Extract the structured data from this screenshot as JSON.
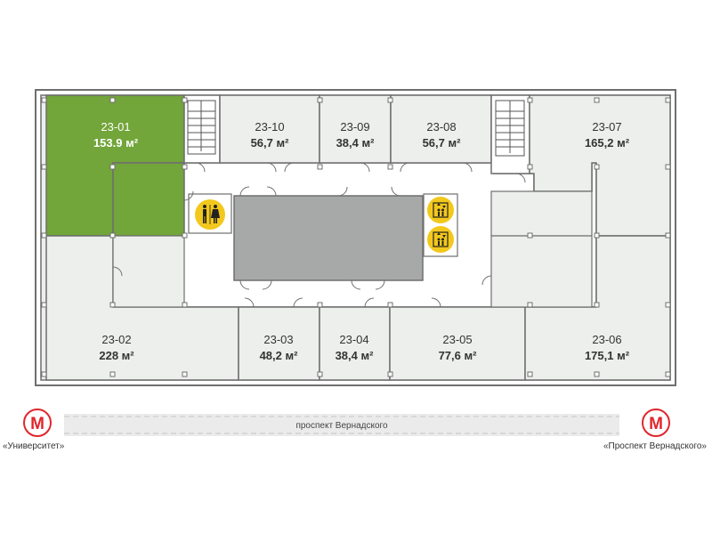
{
  "offices": [
    {
      "id": "23-01",
      "area": "153.9 м²"
    },
    {
      "id": "23-10",
      "area": "56,7 м²"
    },
    {
      "id": "23-09",
      "area": "38,4 м²"
    },
    {
      "id": "23-08",
      "area": "56,7 м²"
    },
    {
      "id": "23-07",
      "area": "165,2 м²"
    },
    {
      "id": "23-02",
      "area": "228 м²"
    },
    {
      "id": "23-03",
      "area": "48,2 м²"
    },
    {
      "id": "23-04",
      "area": "38,4 м²"
    },
    {
      "id": "23-05",
      "area": "77,6 м²"
    },
    {
      "id": "23-06",
      "area": "175,1 м²"
    }
  ],
  "selected_office": "23-01",
  "street": "проспект Вернадского",
  "metro": {
    "symbol": "M",
    "left_station": "«Университет»",
    "right_station": "«Проспект Вернадского»"
  },
  "icons": {
    "toilet": "restroom-icon",
    "elevator": "elevator-icon",
    "metro": "metro-logo-icon",
    "stairs": "staircase-icon"
  },
  "colors": {
    "selected": "#72a53a",
    "office": "#ecefec",
    "core": "#a7a9a8",
    "wall": "#6f6f6f",
    "icon": "#f3c81c",
    "metro": "#e0262c"
  }
}
